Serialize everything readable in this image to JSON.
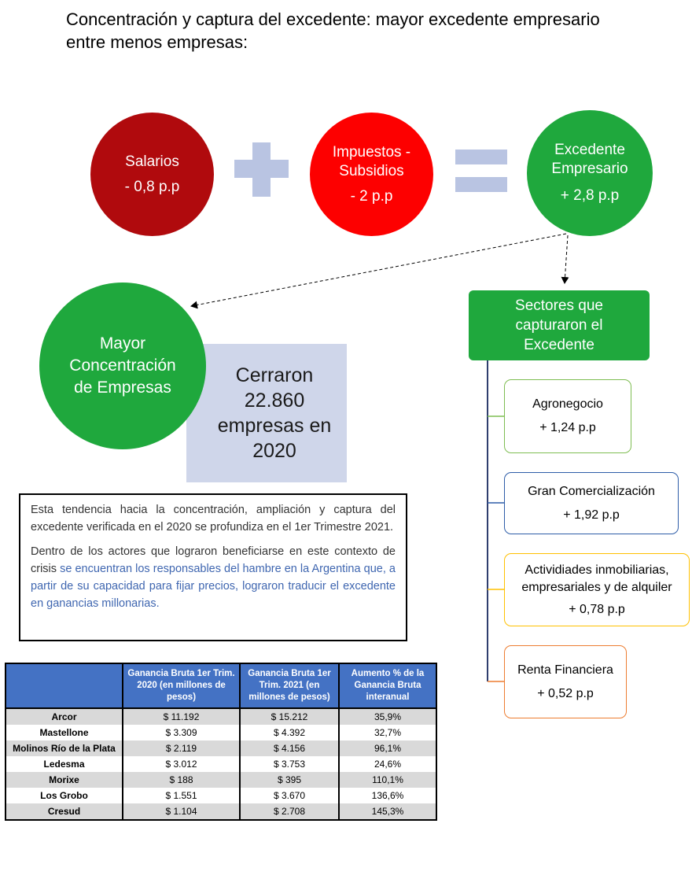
{
  "title": {
    "line1": "Concentración y captura del excedente: mayor excedente empresario",
    "line2": "entre menos empresas:"
  },
  "equation": {
    "salarios": {
      "label": "Salarios",
      "value": "- 0,8 p.p"
    },
    "impuestos": {
      "label_line1": "Impuestos -",
      "label_line2": "Subsidios",
      "value": "- 2 p.p"
    },
    "excedente": {
      "label_line1": "Excedente",
      "label_line2": "Empresario",
      "value": "+ 2,8 p.p"
    }
  },
  "concentracion": {
    "line1": "Mayor",
    "line2": "Concentración",
    "line3": "de Empresas",
    "closed_text": "Cerraron 22.860 empresas en 2020"
  },
  "sectores": {
    "header_line1": "Sectores que",
    "header_line2": "capturaron el",
    "header_line3": "Excedente",
    "items": [
      {
        "label": "Agronegocio",
        "value": "+ 1,24 p.p",
        "border_color": "#7ebd52"
      },
      {
        "label": "Gran Comercialización",
        "value": "+ 1,92 p.p",
        "border_color": "#2e5da8"
      },
      {
        "label_line1": "Actividiades inmobiliarias,",
        "label_line2": "empresariales y de alquiler",
        "value": "+ 0,78 p.p",
        "border_color": "#ffc000"
      },
      {
        "label": "Renta Financiera",
        "value": "+ 0,52 p.p",
        "border_color": "#ed7d31"
      }
    ]
  },
  "text_box": {
    "p1": "Esta tendencia hacia la concentración, ampliación y captura del excedente verificada en el 2020 se profundiza en el 1er Trimestre 2021.",
    "p2_plain": "Dentro de los actores que lograron beneficiarse en este contexto de crisis ",
    "p2_highlight": "se encuentran los responsables del hambre en la Argentina que, a partir de su capacidad para fijar precios, lograron traducir el excedente en ganancias millonarias."
  },
  "table": {
    "headers": [
      "",
      "Ganancia Bruta 1er Trim. 2020 (en millones de pesos)",
      "Ganancia Bruta 1er Trim. 2021 (en millones de pesos)",
      "Aumento % de la Ganancia Bruta interanual"
    ],
    "rows": [
      [
        "Arcor",
        "$ 11.192",
        "$ 15.212",
        "35,9%"
      ],
      [
        "Mastellone",
        "$ 3.309",
        "$ 4.392",
        "32,7%"
      ],
      [
        "Molinos Río de la Plata",
        "$ 2.119",
        "$ 4.156",
        "96,1%"
      ],
      [
        "Ledesma",
        "$ 3.012",
        "$ 3.753",
        "24,6%"
      ],
      [
        "Morixe",
        "$ 188",
        "$ 395",
        "110,1%"
      ],
      [
        "Los Grobo",
        "$ 1.551",
        "$ 3.670",
        "136,6%"
      ],
      [
        "Cresud",
        "$ 1.104",
        "$ 2.708",
        "145,3%"
      ]
    ]
  },
  "colors": {
    "dark_red": "#b00a0d",
    "red": "#fd0000",
    "green": "#1fa83d",
    "operator_blue": "#b9c4e2",
    "table_header": "#4472c4",
    "highlight_text": "#3f66b0"
  }
}
